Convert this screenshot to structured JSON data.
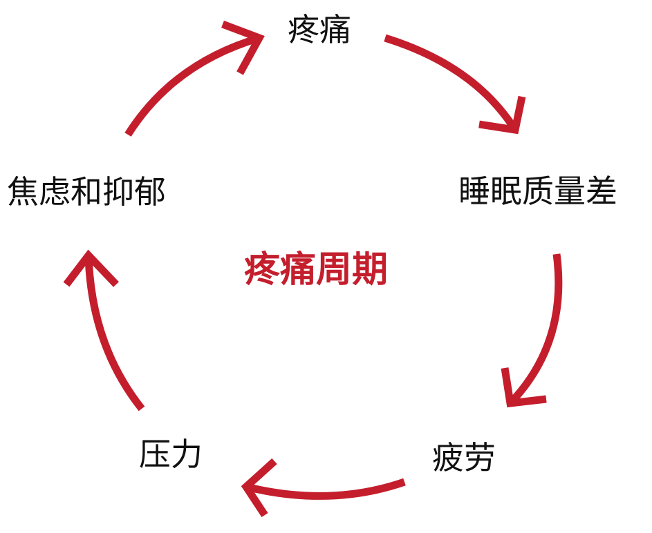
{
  "diagram": {
    "center_label": "疼痛周期",
    "nodes": {
      "pain": "疼痛",
      "sleep": "睡眠质量差",
      "fatigue": "疲劳",
      "stress": "压力",
      "anxiety": "焦虑和抑郁"
    },
    "colors": {
      "arrow": "#c41e2d",
      "center_label": "#c41e2d",
      "node_text": "#111111"
    }
  }
}
